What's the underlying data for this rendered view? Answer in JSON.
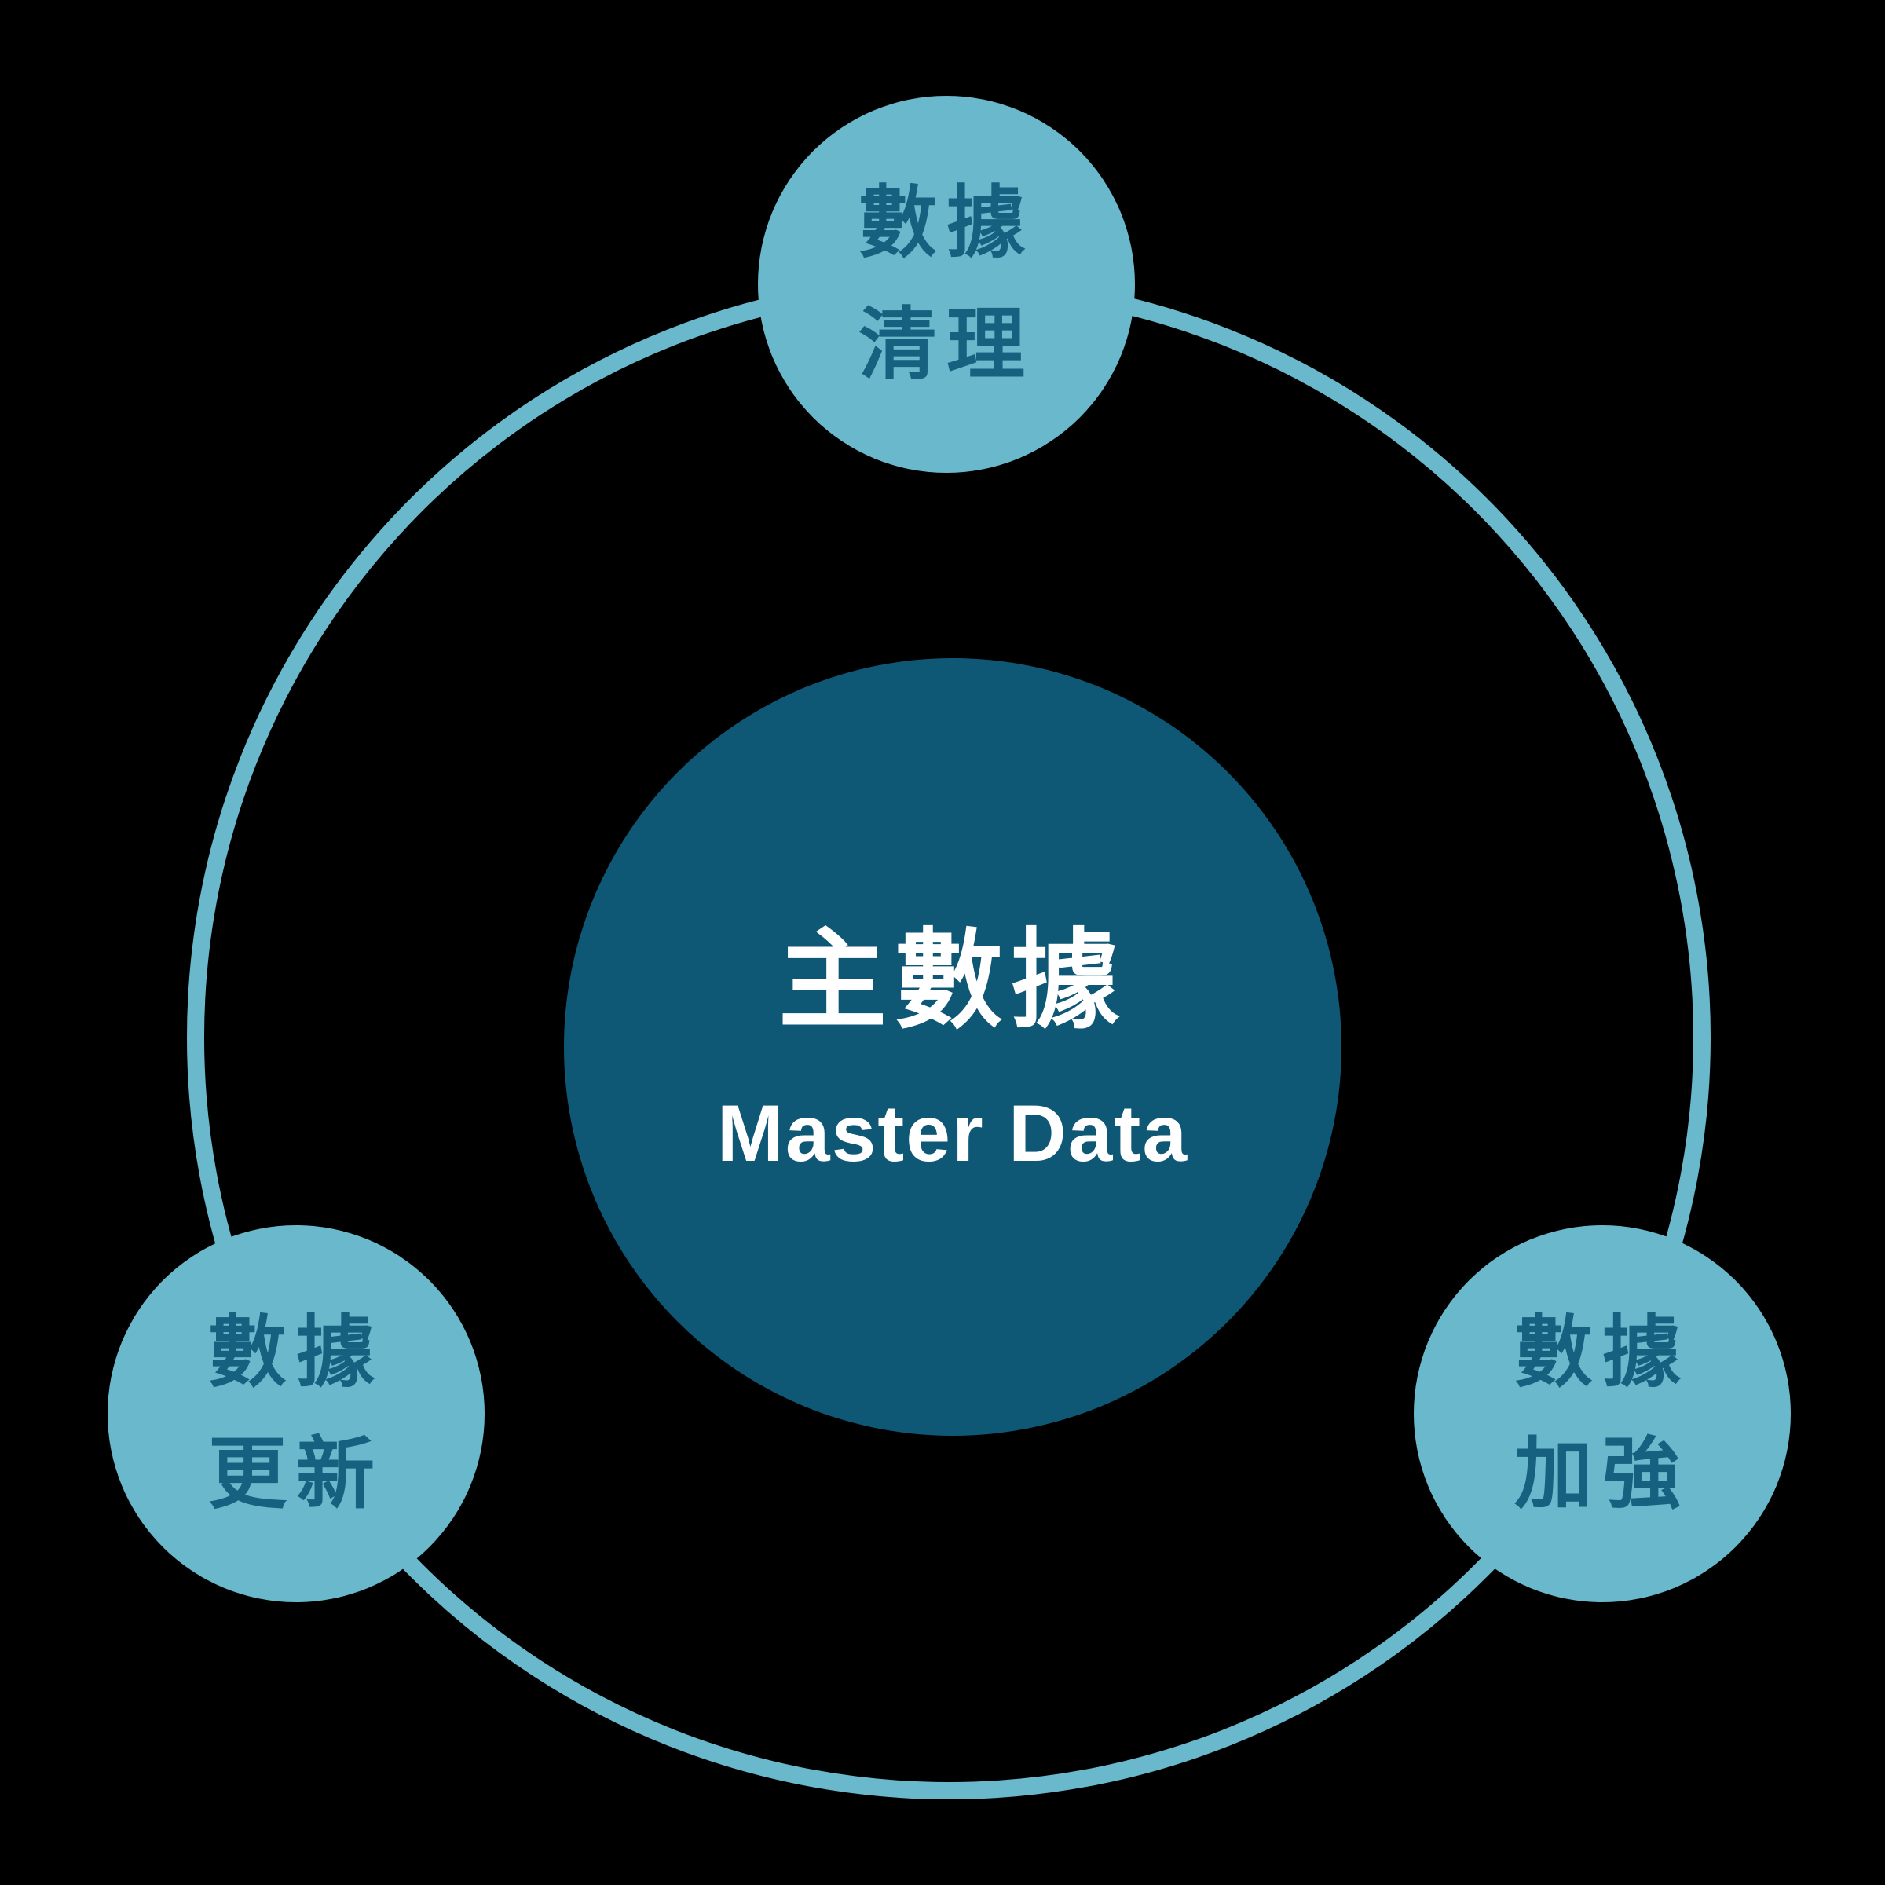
{
  "palette": {
    "light_blue": "#69b8cb",
    "dark_teal": "#0e5876",
    "node_text": "#15617f",
    "center_text": "#ffffff",
    "background": "#000000"
  },
  "diagram": {
    "center": {
      "title_zh": "主數據",
      "title_en": "Master Data"
    },
    "nodes": [
      {
        "id": "top",
        "line1": "數據",
        "line2": "清理"
      },
      {
        "id": "bottom-left",
        "line1": "數據",
        "line2": "更新"
      },
      {
        "id": "bottom-right",
        "line1": "數據",
        "line2": "加強"
      }
    ]
  }
}
